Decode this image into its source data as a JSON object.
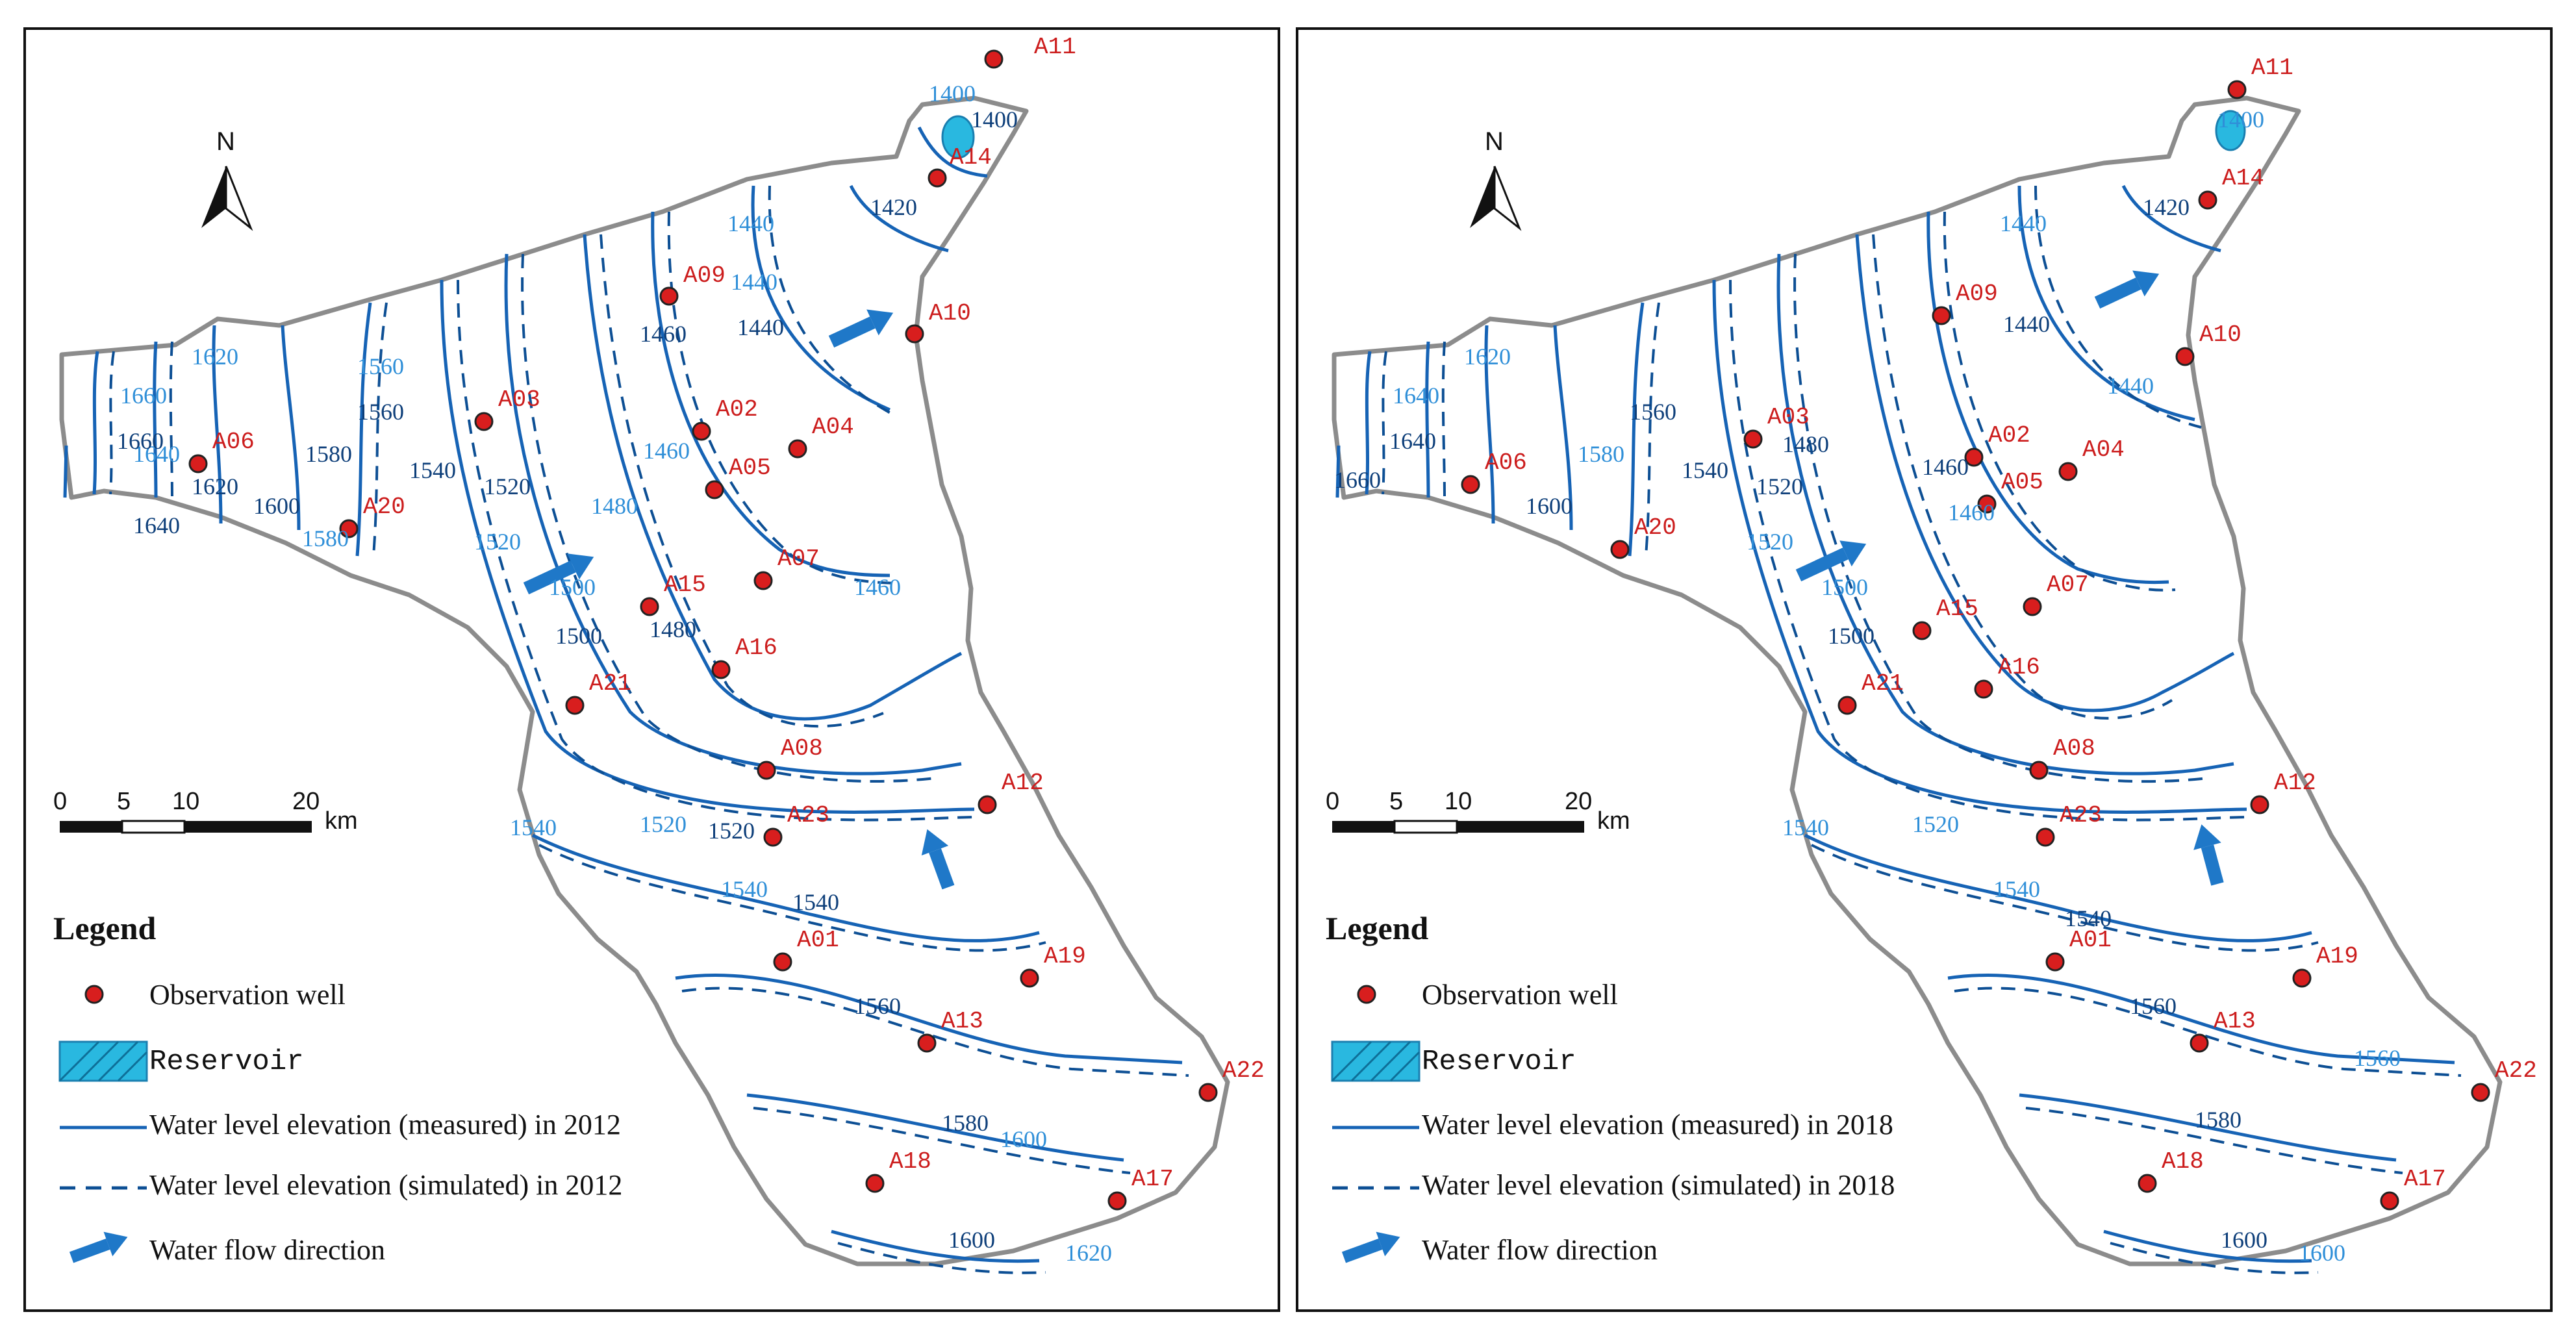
{
  "colors": {
    "measured_line": "#1663b5",
    "simulated_line": "#0d4f94",
    "well_fill": "#d81e1e",
    "well_label": "#cc1d1d",
    "reservoir": "#29b8e0",
    "flow_arrow": "#1f78c8",
    "boundary": "#8c8c8c",
    "contour_label_dark": "#0e3f7a",
    "contour_label_light": "#2f8fd8"
  },
  "panels": [
    {
      "year": "2012",
      "north_label": "N",
      "scale": {
        "ticks": [
          "0",
          "5",
          "10",
          "20"
        ],
        "unit": "km"
      },
      "legend": {
        "title": "Legend",
        "items": [
          {
            "symbol": "well",
            "label": "Observation well"
          },
          {
            "symbol": "reservoir",
            "label": "Reservoir"
          },
          {
            "symbol": "solid-line",
            "label": "Water level elevation (measured) in 2012"
          },
          {
            "symbol": "dashed-line",
            "label": "Water level elevation (simulated) in 2012"
          },
          {
            "symbol": "arrow",
            "label": "Water flow direction"
          }
        ]
      },
      "wells": [
        "A11",
        "A14",
        "A09",
        "A10",
        "A02",
        "A04",
        "A05",
        "A03",
        "A06",
        "A20",
        "A07",
        "A15",
        "A16",
        "A21",
        "A08",
        "A12",
        "A23",
        "A19",
        "A01",
        "A13",
        "A22",
        "A18",
        "A17"
      ],
      "contour_labels": [
        "1400",
        "1400",
        "1420",
        "1440",
        "1440",
        "1440",
        "1460",
        "1460",
        "1460",
        "1480",
        "1480",
        "1500",
        "1500",
        "1520",
        "1520",
        "1520",
        "1520",
        "1540",
        "1540",
        "1540",
        "1540",
        "1560",
        "1560",
        "1560",
        "1580",
        "1580",
        "1580",
        "1600",
        "1600",
        "1600",
        "1620",
        "1620",
        "1620",
        "1640",
        "1640",
        "1660",
        "1660"
      ]
    },
    {
      "year": "2018",
      "north_label": "N",
      "scale": {
        "ticks": [
          "0",
          "5",
          "10",
          "20"
        ],
        "unit": "km"
      },
      "legend": {
        "title": "Legend",
        "items": [
          {
            "symbol": "well",
            "label": "Observation well"
          },
          {
            "symbol": "reservoir",
            "label": "Reservoir"
          },
          {
            "symbol": "solid-line",
            "label": "Water level elevation (measured) in 2018"
          },
          {
            "symbol": "dashed-line",
            "label": "Water level elevation (simulated) in 2018"
          },
          {
            "symbol": "arrow",
            "label": "Water flow direction"
          }
        ]
      },
      "wells": [
        "A11",
        "A14",
        "A09",
        "A10",
        "A02",
        "A04",
        "A05",
        "A03",
        "A06",
        "A20",
        "A07",
        "A15",
        "A16",
        "A21",
        "A08",
        "A12",
        "A23",
        "A19",
        "A01",
        "A13",
        "A22",
        "A18",
        "A17"
      ],
      "contour_labels": [
        "1400",
        "1420",
        "1440",
        "1440",
        "1440",
        "1460",
        "1460",
        "1480",
        "1500",
        "1500",
        "1520",
        "1520",
        "1520",
        "1540",
        "1540",
        "1540",
        "1540",
        "1560",
        "1560",
        "1560",
        "1580",
        "1580",
        "1600",
        "1600",
        "1600",
        "1620",
        "1640",
        "1640",
        "1660"
      ]
    }
  ]
}
